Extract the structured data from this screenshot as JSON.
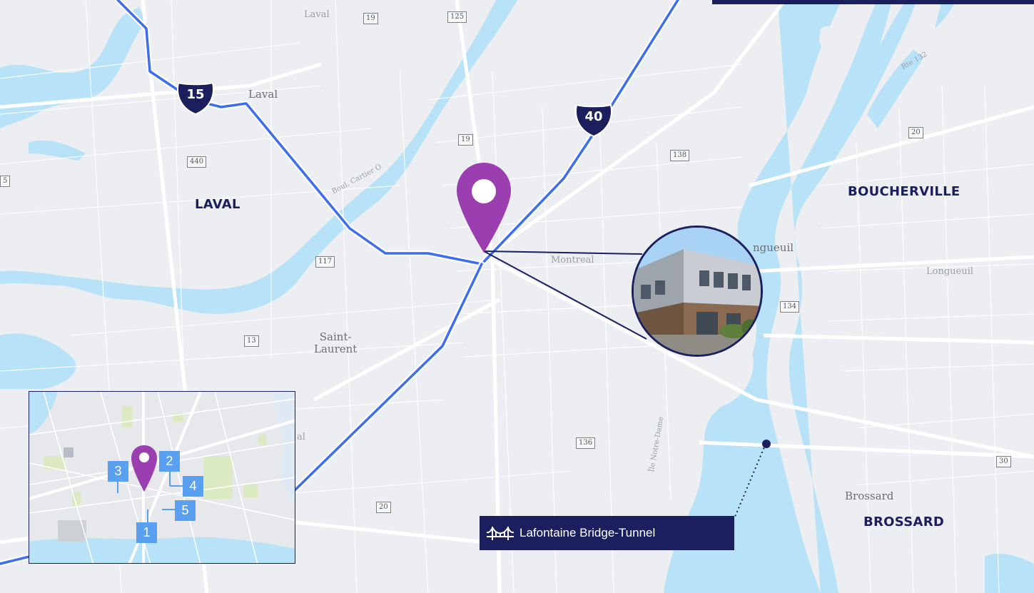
{
  "regions": {
    "laval": "LAVAL",
    "boucherville": "BOUCHERVILLE",
    "brossard": "BROSSARD"
  },
  "cities": {
    "laval_top": "Laval",
    "laval": "Laval",
    "montreal": "Montreal",
    "saint_laurent": "Saint-\nLaurent",
    "longueuil": "ngueuil",
    "longueuil_east": "Longueuil",
    "brossard": "Brossard",
    "inset_edge": "al"
  },
  "street_labels": {
    "cartier": "Boul. Cartier O",
    "rte132": "Rte 132",
    "ile": "Île Notre-Dame"
  },
  "highways": {
    "h15": "15",
    "h40": "40"
  },
  "route_shields": {
    "r19_top": "19",
    "r125": "125",
    "r19": "19",
    "r440": "440",
    "r138": "138",
    "r117": "117",
    "r13": "13",
    "r136": "136",
    "r20_bottom": "20",
    "r20_right": "20",
    "r134": "134",
    "r30": "30",
    "edge": "5"
  },
  "inset": {
    "markers": [
      "1",
      "2",
      "3",
      "4",
      "5"
    ]
  },
  "callout": {
    "label": "Lafontaine Bridge-Tunnel",
    "icon": "bridge-icon"
  },
  "colors": {
    "navy": "#1b1f5e",
    "pin": "#9b3fb0",
    "route": "#3d6df0",
    "water": "#b7e2f7",
    "land": "#eceef1",
    "marker": "#5aa0f0"
  }
}
